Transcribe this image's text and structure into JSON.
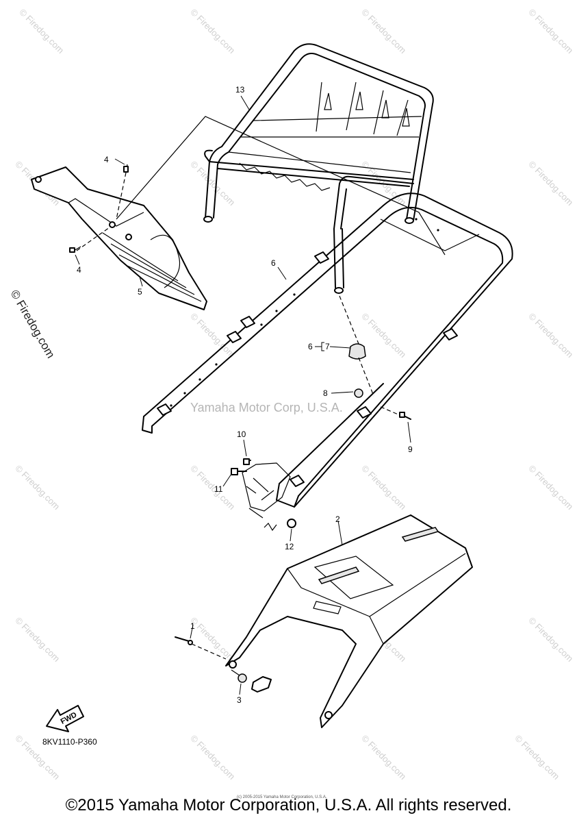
{
  "watermark": {
    "site": "© Firedog.com",
    "center": "Yamaha Motor Corp, U.S.A."
  },
  "callouts": [
    {
      "id": "c1",
      "text": "1"
    },
    {
      "id": "c2",
      "text": "2"
    },
    {
      "id": "c3",
      "text": "3"
    },
    {
      "id": "c4a",
      "text": "4"
    },
    {
      "id": "c4b",
      "text": "4"
    },
    {
      "id": "c5",
      "text": "5"
    },
    {
      "id": "c6a",
      "text": "6"
    },
    {
      "id": "c6b",
      "text": "6"
    },
    {
      "id": "c7",
      "text": "7"
    },
    {
      "id": "c8",
      "text": "8"
    },
    {
      "id": "c9",
      "text": "9"
    },
    {
      "id": "c10",
      "text": "10"
    },
    {
      "id": "c11",
      "text": "11"
    },
    {
      "id": "c12",
      "text": "12"
    },
    {
      "id": "c13",
      "text": "13"
    }
  ],
  "fwd_label": "FWD",
  "part_code": "8KV1110-P360",
  "tiny_copyright": "(c) 2005-2015 Yamaha Motor Corporation, U.S.A.",
  "footer": "©2015 Yamaha Motor Corporation, U.S.A. All rights reserved.",
  "colors": {
    "line": "#000000",
    "watermark": "#cfcfcf",
    "background": "#ffffff"
  }
}
